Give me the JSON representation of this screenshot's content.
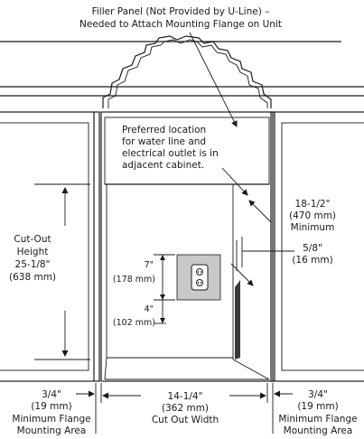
{
  "labels": {
    "filler_line1": "Filler Panel (Not Provided by U-Line) –",
    "filler_line2": "Needed to Attach Mounting Flange on Unit",
    "note_line1": "Preferred location",
    "note_line2": "for water line and",
    "note_line3": "electrical outlet is in",
    "note_line4": "adjacent cabinet.",
    "min_depth_line1": "18-1/2\"",
    "min_depth_line2": "(470 mm)",
    "min_depth_line3": "Minimum",
    "flange_depth_line1": "5/8\"",
    "flange_depth_line2": "(16 mm)",
    "cutout_height_line1": "Cut-Out",
    "cutout_height_line2": "Height",
    "cutout_height_line3": "25-1/8\"",
    "cutout_height_line4": "(638 mm)",
    "outlet_upper_line1": "7\"",
    "outlet_upper_line2": "(178 mm)",
    "outlet_lower_line1": "4\"",
    "outlet_lower_line2": "(102 mm)",
    "left_flange_line1": "3/4\"",
    "left_flange_line2": "(19 mm)",
    "left_flange_line3": "Minimum Flange",
    "left_flange_line4": "Mounting Area",
    "width_line1": "14-1/4\"",
    "width_line2": "(362 mm)",
    "width_line3": "Cut Out Width",
    "right_flange_line1": "3/4\"",
    "right_flange_line2": "(19 mm)",
    "right_flange_line3": "Minimum Flange",
    "right_flange_line4": "Mounting Area"
  },
  "colors": {
    "line": "#1a1a1a",
    "outlet_box": "#c8c8c8",
    "panel_dark": "#3a3a3a"
  }
}
